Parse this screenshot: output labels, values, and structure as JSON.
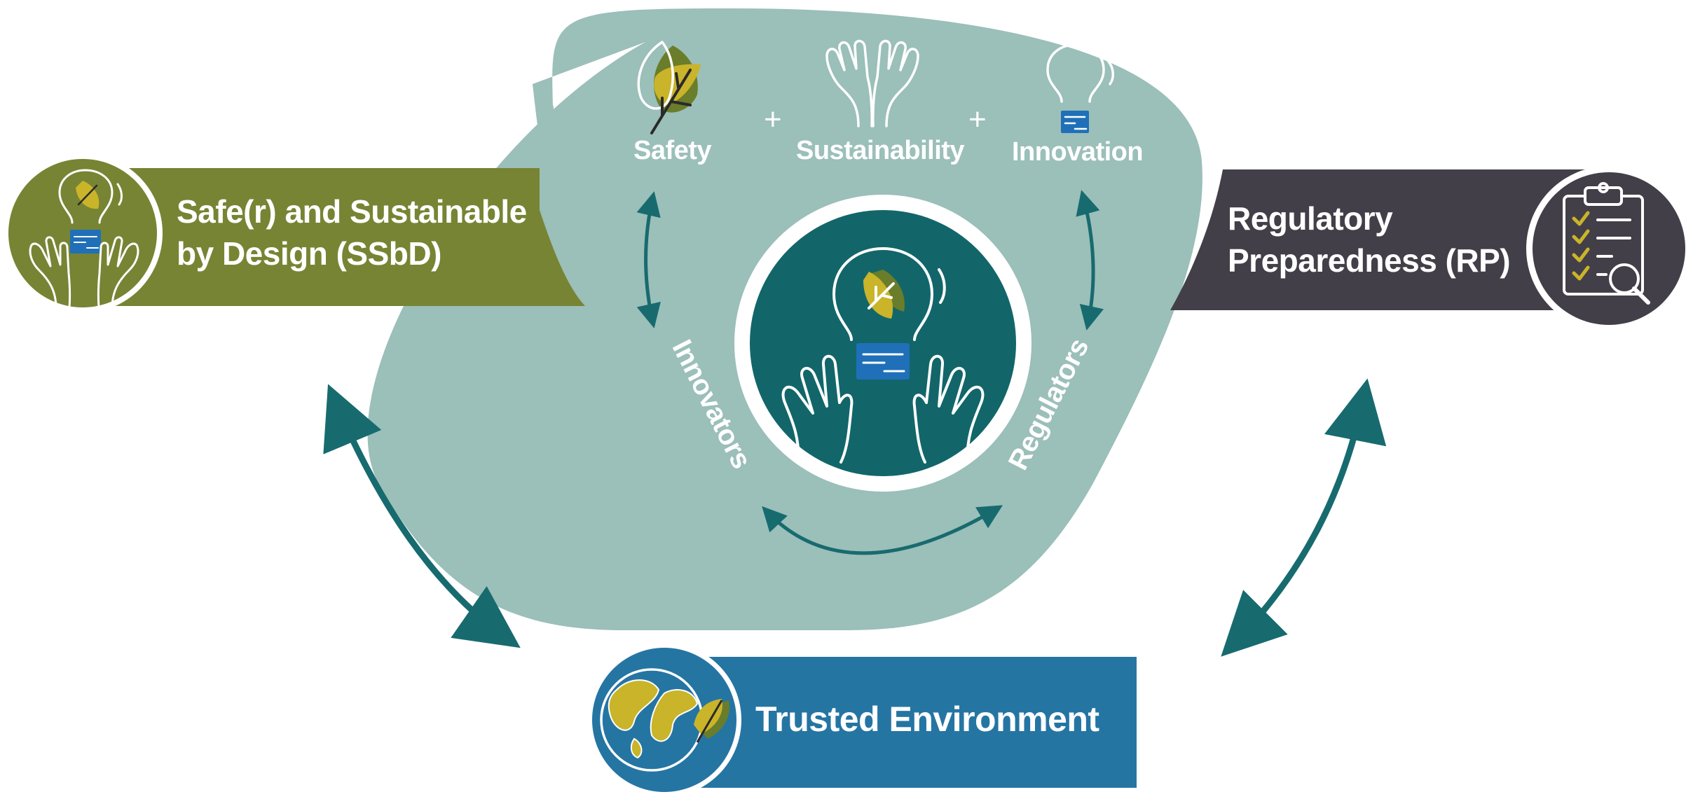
{
  "top_pillars": {
    "safety": "Safety",
    "sustainability": "Sustainability",
    "innovation": "Innovation",
    "plus_1": "+",
    "plus_2": "+"
  },
  "stakeholders": {
    "left": "Innovators",
    "right": "Regulators"
  },
  "ssbd": {
    "line1": "Safe(r) and Sustainable",
    "line2": "by Design (SSbD)"
  },
  "rp": {
    "line1": "Regulatory",
    "line2": "Preparedness (RP)"
  },
  "trusted": {
    "label": "Trusted Environment"
  },
  "icons": {
    "center": "lightbulb-leaf-hands-icon",
    "safety": "leaf-icon",
    "sustainability": "open-hands-icon",
    "innovation": "lightbulb-icon",
    "ssbd": "lightbulb-leaf-hands-icon",
    "rp": "clipboard-checklist-magnifier-icon",
    "trusted": "globe-leaf-icon"
  },
  "colors": {
    "triangle": "#9bbfb9",
    "center_circle": "#12666a",
    "ssbd_green": "#778434",
    "rp_dark": "#433f48",
    "trusted_blue": "#2575a3",
    "arrow_teal": "#176b6f",
    "leaf_yellow": "#c9b42a",
    "leaf_olive": "#6a7d2a",
    "cap_blue": "#1f70b8"
  }
}
